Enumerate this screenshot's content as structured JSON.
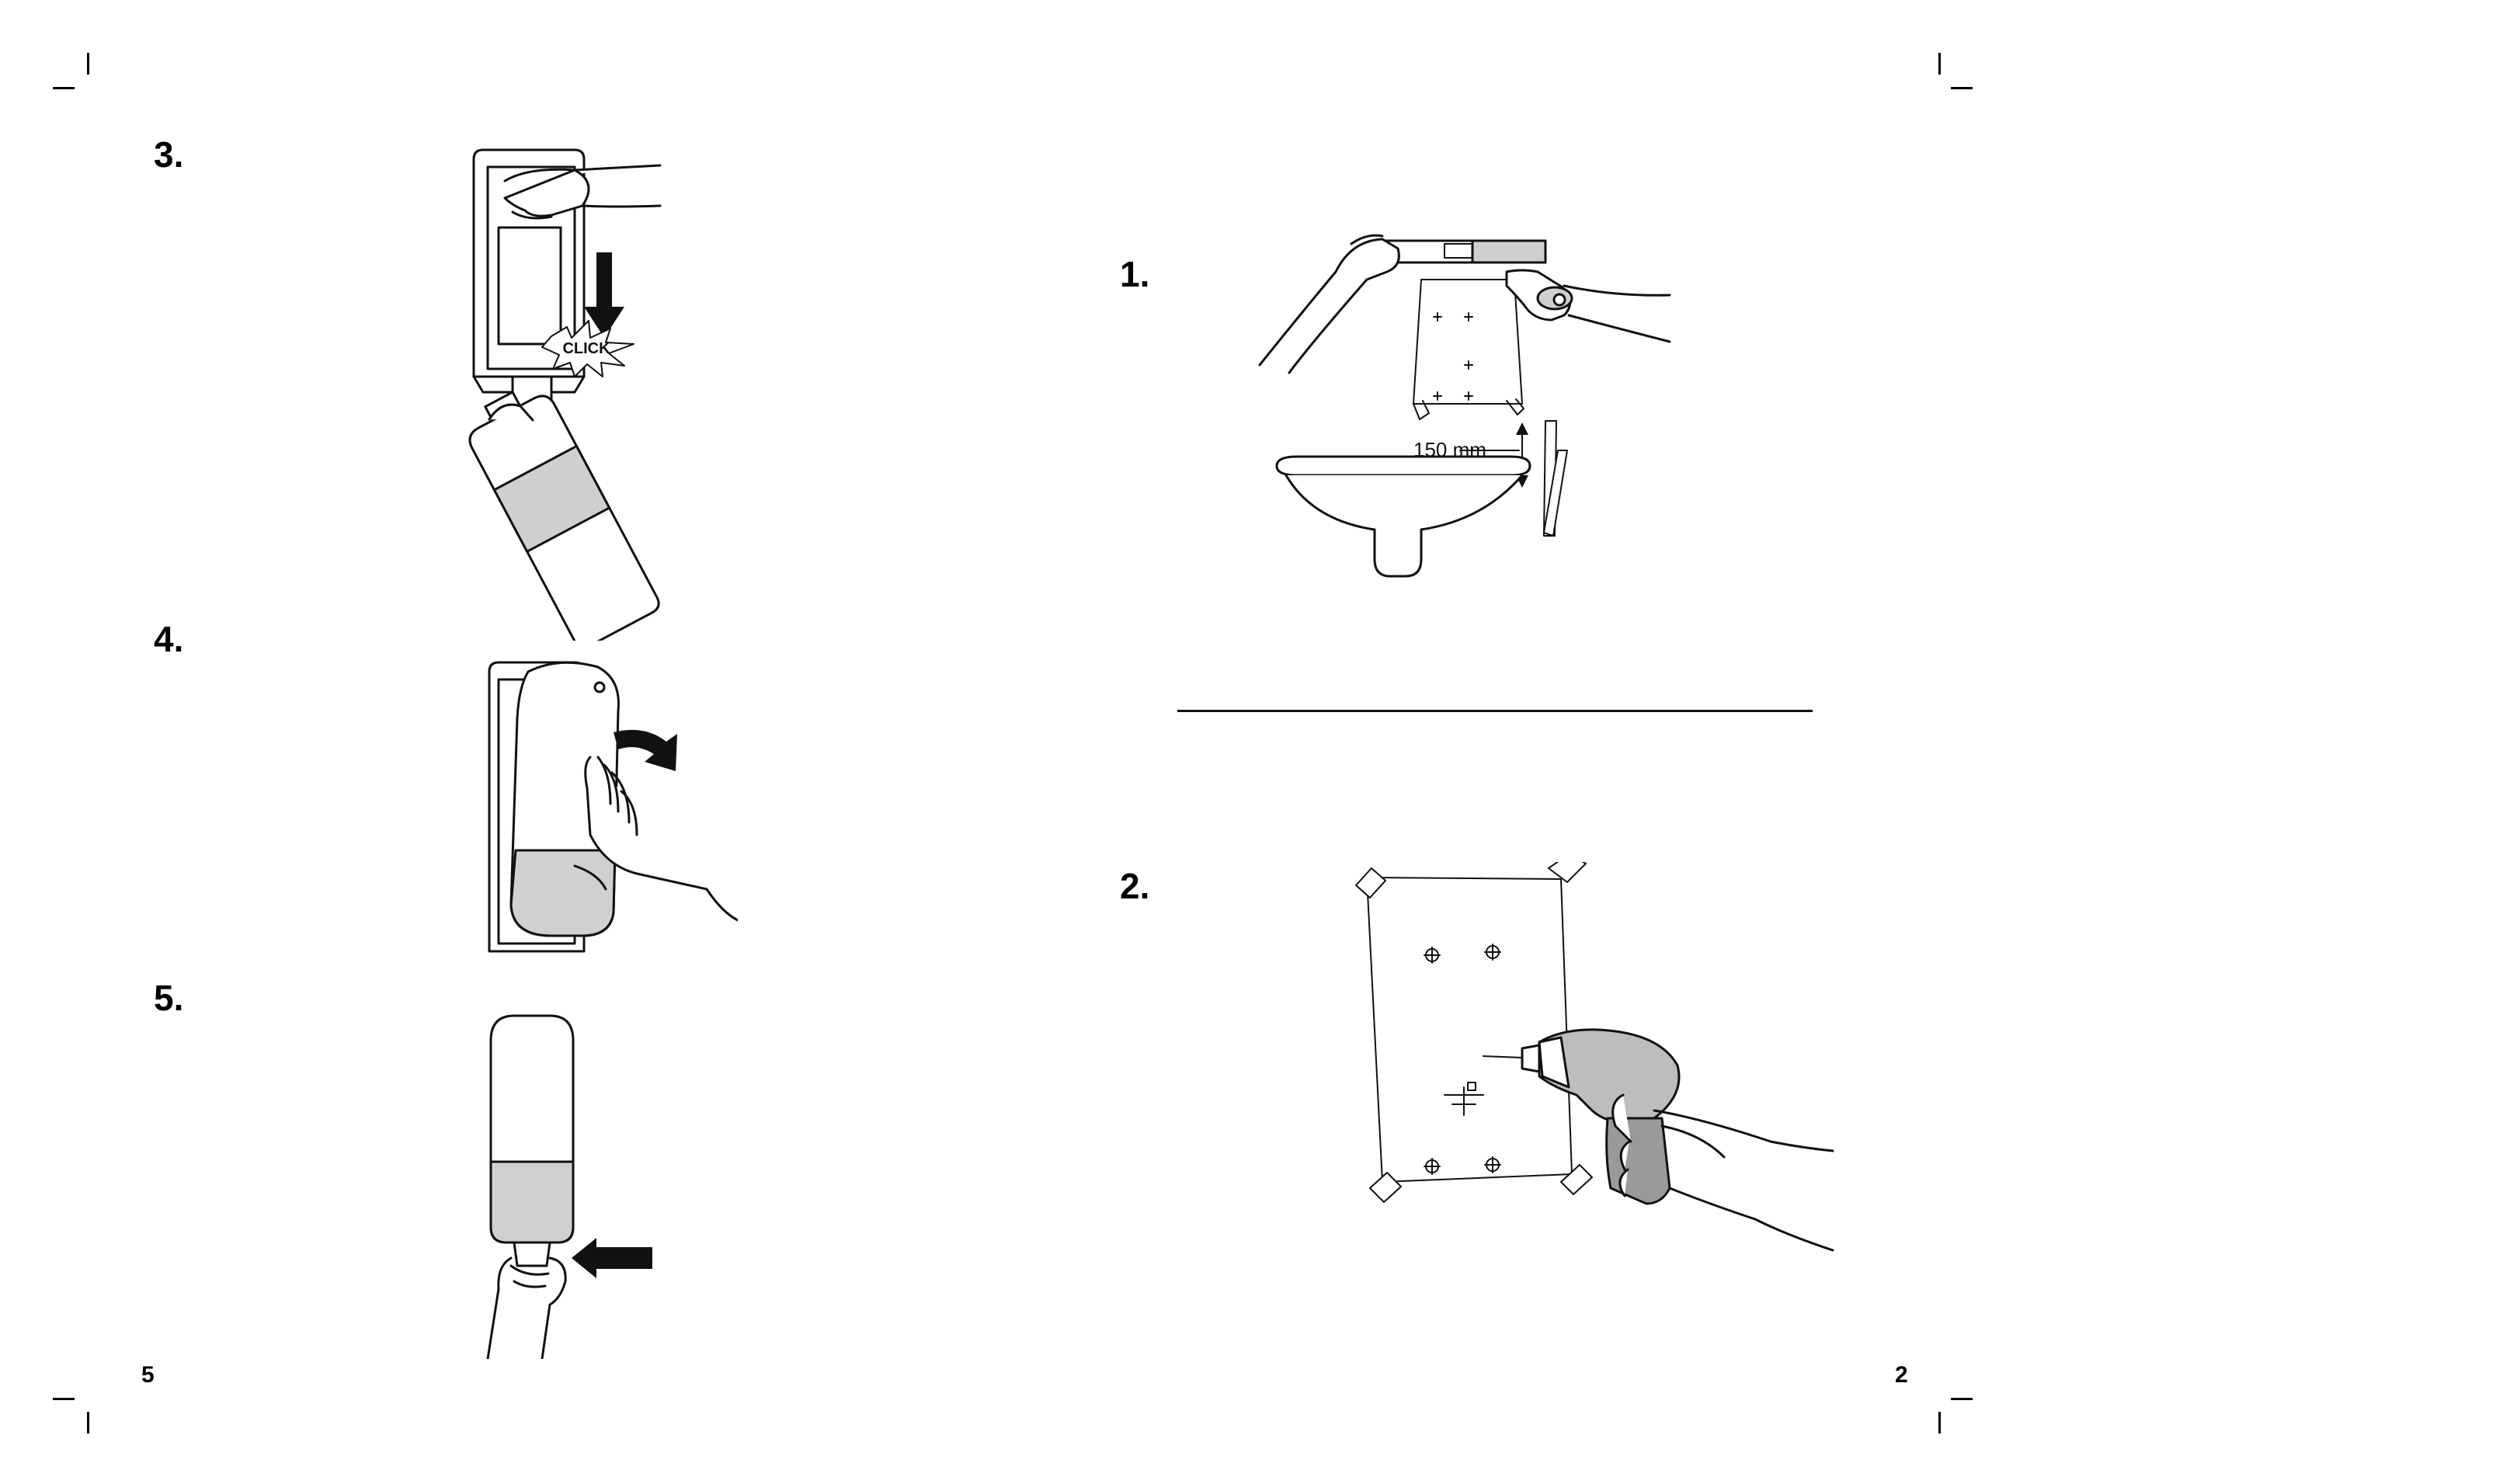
{
  "left_page": {
    "page_number": "5",
    "steps": [
      {
        "number": "3.",
        "callout": "CLICK"
      },
      {
        "number": "4."
      },
      {
        "number": "5."
      }
    ]
  },
  "right_page": {
    "page_number": "2",
    "steps": [
      {
        "number": "1.",
        "measurement": "150 mm"
      },
      {
        "number": "2."
      }
    ]
  }
}
